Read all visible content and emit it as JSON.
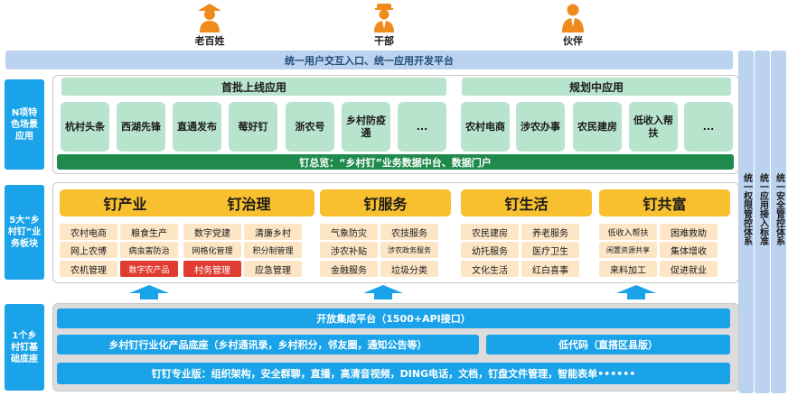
{
  "personas": [
    {
      "label": "老百姓",
      "icon": "farmer-icon"
    },
    {
      "label": "干部",
      "icon": "officer-icon"
    },
    {
      "label": "伙伴",
      "icon": "partner-icon"
    }
  ],
  "top_bar": "统一用户交互入口、统一应用开发平台",
  "right_bars": [
    "统一权限管控体系",
    "统一应用接入标准",
    "统一安全管控体系"
  ],
  "side_labels": {
    "n_scenarios": "N项特色场景应用",
    "five_modules": "5大“乡村钉”业务板块",
    "foundation": "1个乡村钉基础底座"
  },
  "scenario_apps": {
    "first_batch_title": "首批上线应用",
    "first_batch": [
      "杭村头条",
      "西湖先锋",
      "直通发布",
      "莓好钉",
      "浙农号",
      "乡村防疫通",
      "..."
    ],
    "planned_title": "规划中应用",
    "planned": [
      "农村电商",
      "涉农办事",
      "农民建房",
      "低收入帮扶",
      "..."
    ],
    "overview": "钉总览：“乡村钉”业务数据中台、数据门户"
  },
  "modules": [
    {
      "title": "钉产业",
      "items": [
        "农村电商",
        "粮食生产",
        "网上农博",
        "病虫害防治",
        "农机管理",
        "数字农产品"
      ],
      "highlight": [
        5
      ]
    },
    {
      "title": "钉治理",
      "items": [
        "数字党建",
        "清廉乡村",
        "网格化管理",
        "积分制管理",
        "村务管理",
        "应急管理"
      ],
      "highlight": [
        4
      ]
    },
    {
      "title": "钉服务",
      "items": [
        "气象防灾",
        "农技服务",
        "涉农补贴",
        "涉农政务服务",
        "金融服务",
        "垃圾分类"
      ],
      "highlight": []
    },
    {
      "title": "钉生活",
      "items": [
        "农民建房",
        "养老服务",
        "幼托服务",
        "医疗卫生",
        "文化生活",
        "红白喜事"
      ],
      "highlight": []
    },
    {
      "title": "钉共富",
      "items": [
        "低收入帮扶",
        "困难救助",
        "闲置资源共享",
        "集体增收",
        "来料加工",
        "促进就业"
      ],
      "highlight": []
    }
  ],
  "foundation": {
    "open_platform": "开放集成平台（1500+API接口）",
    "product_base": "乡村钉行业化产品底座（乡村通讯录，乡村积分，邻友圈，通知公告等）",
    "low_code": "低代码（直搭区县版）",
    "pro_edition": "钉钉专业版：组织架构，安全群聊，直播，高清音视频，DING电话，文档，钉盘文件管理，智能表单••••••"
  },
  "colors": {
    "persona_orange": "#f08a1c",
    "top_bar": "#bcd3ef",
    "side_blue": "#1aa3e8",
    "tile_green": "#b8e3cc",
    "overview_green": "#1f8a4c",
    "module_yellow": "#f8bf2f",
    "chip_peach": "#fde6c6",
    "chip_red": "#e03c31"
  }
}
